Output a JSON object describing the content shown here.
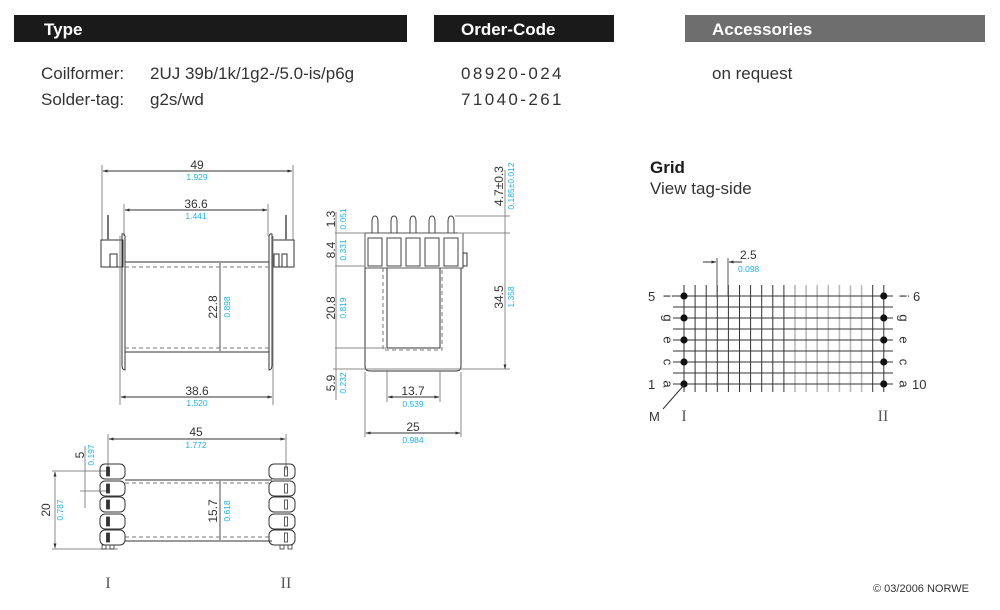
{
  "headers": {
    "type": "Type",
    "order_code": "Order-Code",
    "accessories": "Accessories"
  },
  "rows": [
    {
      "label": "Coilformer:",
      "value": "2UJ 39b/1k/1g2-/5.0-is/p6g",
      "order_code": "08920-024",
      "accessories": "on request"
    },
    {
      "label": "Solder-tag:",
      "value": "g2s/wd",
      "order_code": "71040-261",
      "accessories": ""
    }
  ],
  "grid": {
    "title": "Grid",
    "subtitle": "View tag-side",
    "pitch_mm": "2.5",
    "pitch_in": "0.098",
    "left_pins": [
      "5",
      "1"
    ],
    "right_pins": [
      "6",
      "10"
    ],
    "row_letters": [
      "i",
      "g",
      "e",
      "c",
      "a"
    ],
    "marker": "M",
    "side_labels": [
      "I",
      "II"
    ]
  },
  "front_view": {
    "overall_width": {
      "mm": "49",
      "in": "1.929"
    },
    "inner_width": {
      "mm": "36.6",
      "in": "1.441"
    },
    "winding_height": {
      "mm": "22.8",
      "in": "0.898"
    },
    "flange_width": {
      "mm": "38.6",
      "in": "1.520"
    }
  },
  "side_view": {
    "pin_tip": {
      "mm": "1.3",
      "in": "0.051"
    },
    "pin_length": {
      "mm": "4.7±0.3",
      "in": "0.185±0.012"
    },
    "header_height": {
      "mm": "8.4",
      "in": "0.331"
    },
    "window_height": {
      "mm": "20.8",
      "in": "0.819"
    },
    "base_height": {
      "mm": "5.9",
      "in": "0.232"
    },
    "overall_height": {
      "mm": "34.5",
      "in": "1.358"
    },
    "window_width": {
      "mm": "13.7",
      "in": "0.539"
    },
    "overall_width": {
      "mm": "25",
      "in": "0.984"
    }
  },
  "bottom_view": {
    "overall_width": {
      "mm": "45",
      "in": "1.772"
    },
    "pin_pitch": {
      "mm": "5",
      "in": "0.197"
    },
    "pin_span": {
      "mm": "20",
      "in": "0.787"
    },
    "winding_width": {
      "mm": "15.7",
      "in": "0.618"
    },
    "side_labels": [
      "I",
      "II"
    ]
  },
  "copyright": "© 03/2006 NORWE",
  "colors": {
    "header_dark": "#1a1a1a",
    "header_gray": "#6e6e6e",
    "inch_dim": "#19b4e6"
  }
}
